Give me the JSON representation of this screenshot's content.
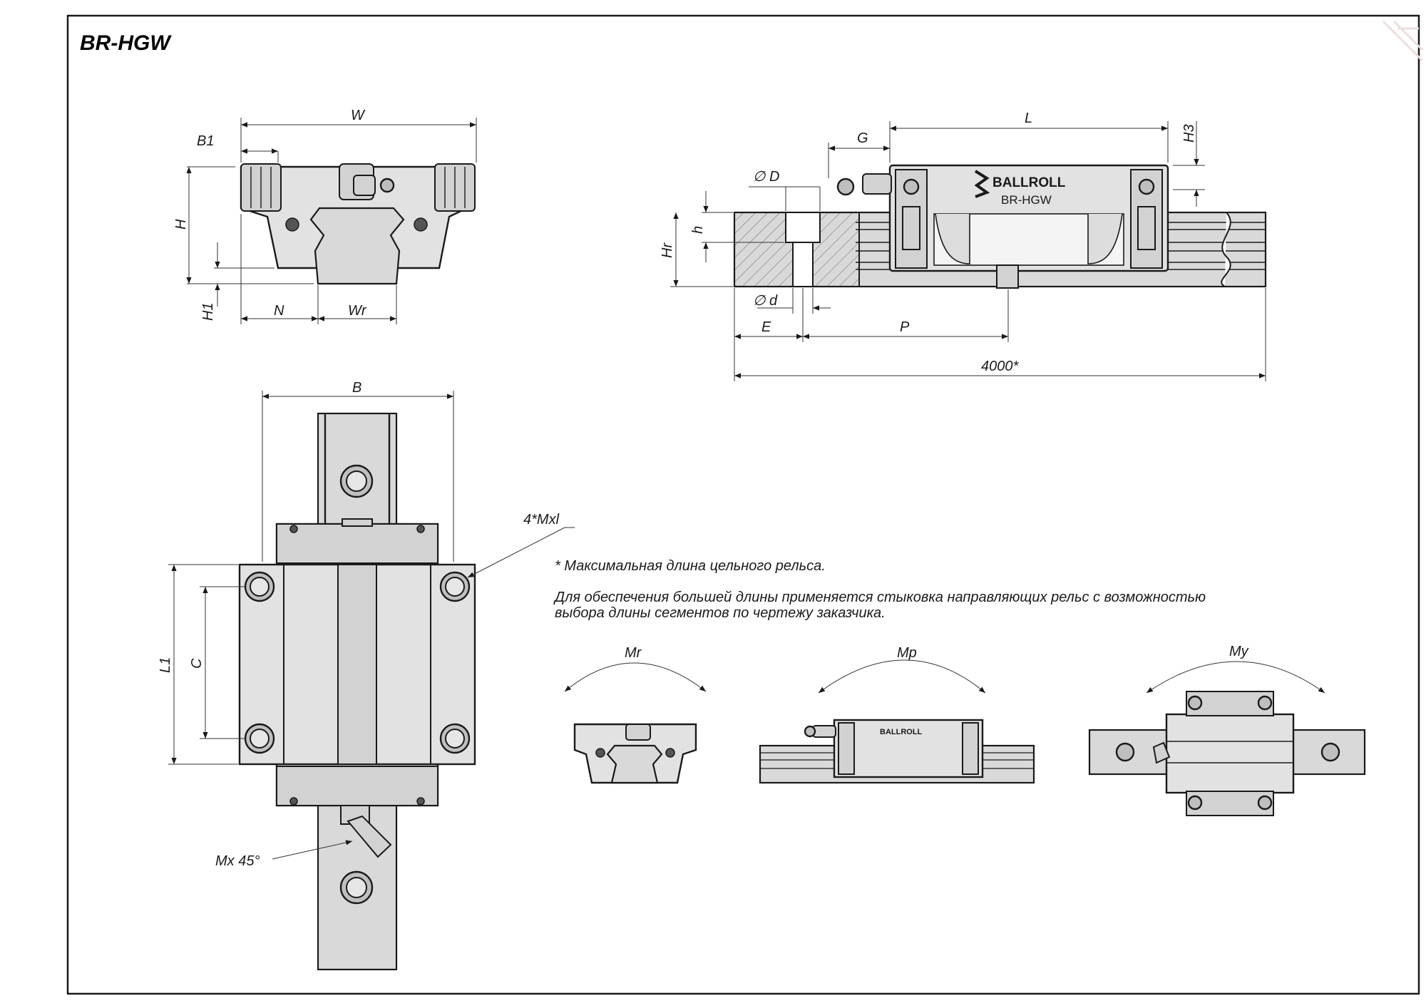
{
  "title": "BR-HGW",
  "brand": "BALLROLL",
  "model": "BR-HGW",
  "dimensions": {
    "W": "W",
    "B1": "B1",
    "H": "H",
    "H1": "H1",
    "N": "N",
    "Wr": "Wr",
    "G": "G",
    "L": "L",
    "H3": "H3",
    "D": "∅ D",
    "h": "h",
    "Hr": "Hr",
    "d": "∅ d",
    "E": "E",
    "P": "P",
    "rail_length": "4000*",
    "B": "B",
    "L1": "L1",
    "C": "C",
    "Mxl": "4*Mxl",
    "Mx45": "Mx 45°"
  },
  "notes": {
    "note1": "* Максимальная длина цельного рельса.",
    "note2_line1": "Для обеспечения большей длины применяется стыковка направляющих рельс с возможностью",
    "note2_line2": "выбора длины сегментов по чертежу заказчика."
  },
  "moments": {
    "Mr": "Mr",
    "Mp": "Mp",
    "My": "My"
  },
  "colors": {
    "line": "#1a1a1a",
    "fill": "#e2e2e2",
    "rail": "#d9d9d9"
  }
}
